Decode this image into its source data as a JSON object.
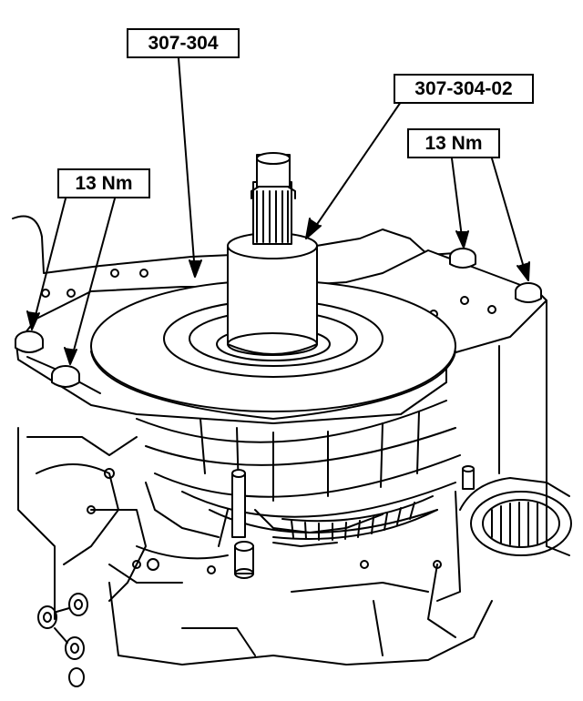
{
  "callouts": {
    "special_tool": "307-304",
    "tool_adapter": "307-304-02",
    "torque_right": "13 Nm",
    "torque_left": "13 Nm"
  },
  "colors": {
    "line": "#000000",
    "background": "#ffffff"
  }
}
